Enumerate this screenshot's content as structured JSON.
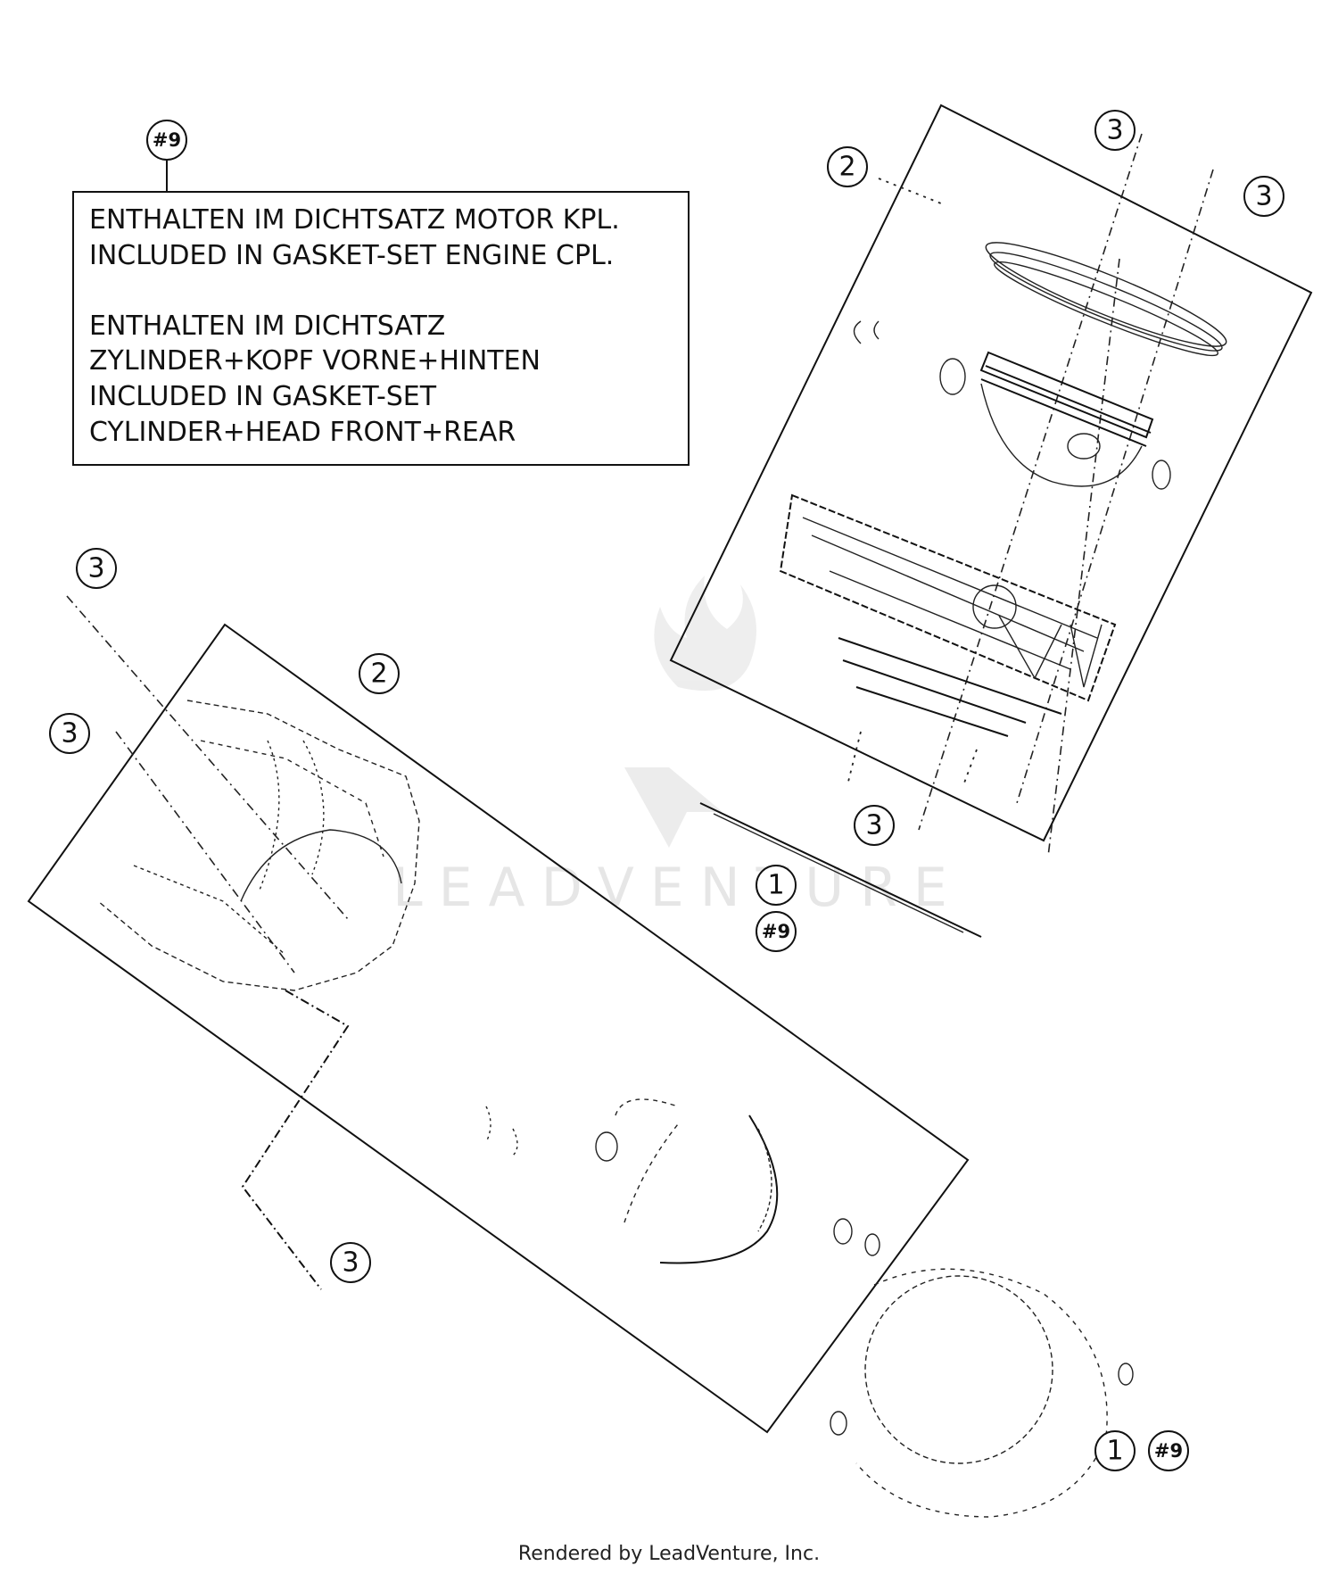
{
  "note": {
    "ref": "#9",
    "lines": [
      "ENTHALTEN IM DICHTSATZ MOTOR KPL.",
      "INCLUDED IN GASKET-SET ENGINE CPL.",
      "",
      "ENTHALTEN IM DICHTSATZ",
      "ZYLINDER+KOPF VORNE+HINTEN",
      "INCLUDED IN GASKET-SET",
      "CYLINDER+HEAD FRONT+REAR"
    ]
  },
  "callouts": {
    "upper_group": "2",
    "upper_top_a": "3",
    "upper_top_b": "3",
    "upper_bottom": "3",
    "lower_group": "2",
    "lower_left_a": "3",
    "lower_left_b": "3",
    "lower_bottom": "3",
    "gasket_upper": "1",
    "gasket_upper_ref": "#9",
    "gasket_lower": "1",
    "gasket_lower_ref": "#9"
  },
  "watermark": "LEADVENTURE",
  "credit": "Rendered by LeadVenture, Inc."
}
